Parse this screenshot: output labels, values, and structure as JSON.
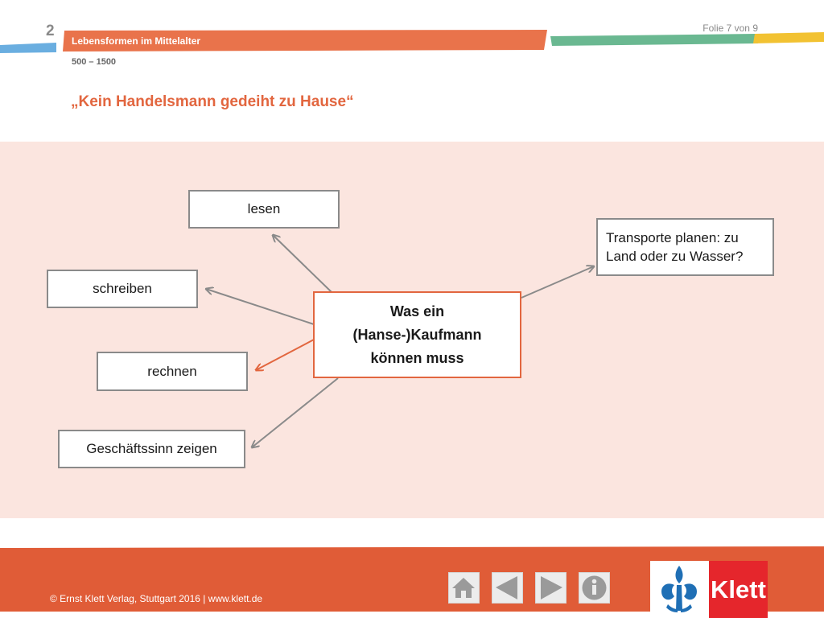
{
  "header": {
    "chapter_number": "2",
    "chapter_title": "Lebensformen im Mittelalter",
    "period": "500 – 1500",
    "slide_counter": "Folie 7 von 9"
  },
  "title": "„Kein Handelsmann gedeiht zu Hause“",
  "diagram": {
    "center_lines": [
      "Was ein",
      "(Hanse-)Kaufmann",
      "können muss"
    ],
    "nodes": {
      "lesen": "lesen",
      "schreiben": "schreiben",
      "rechnen": "rechnen",
      "geschaeftssinn": "Geschäftssinn zeigen",
      "transport_line1": "Transporte planen: zu",
      "transport_line2": "Land oder zu Wasser?"
    }
  },
  "footer": {
    "copyright": "© Ernst Klett Verlag, Stuttgart 2016 | www.klett.de",
    "nav": [
      "home-icon",
      "previous-icon",
      "next-icon",
      "info-icon"
    ],
    "logo_text": "Klett"
  },
  "colors": {
    "accent": "#e2663f",
    "content_bg": "#fbe5df",
    "footer": "#e05c37",
    "logo_red": "#e5262c"
  }
}
